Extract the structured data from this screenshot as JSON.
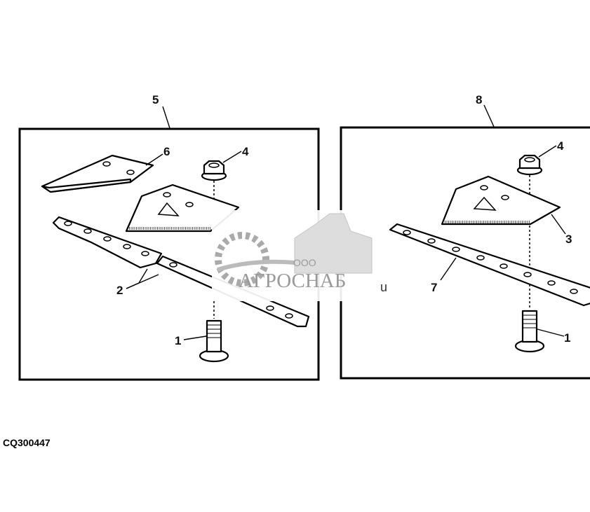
{
  "figure": {
    "code": "CQ300447",
    "left_panel": {
      "callouts": [
        "5",
        "6",
        "4",
        "2",
        "1"
      ]
    },
    "right_panel": {
      "callouts": [
        "8",
        "4",
        "3",
        "7",
        "1"
      ]
    }
  },
  "watermark": {
    "prefix": "ООО",
    "brand": "АГРОСНАБ",
    "suffix": "u",
    "color": "#9a9a9a"
  }
}
